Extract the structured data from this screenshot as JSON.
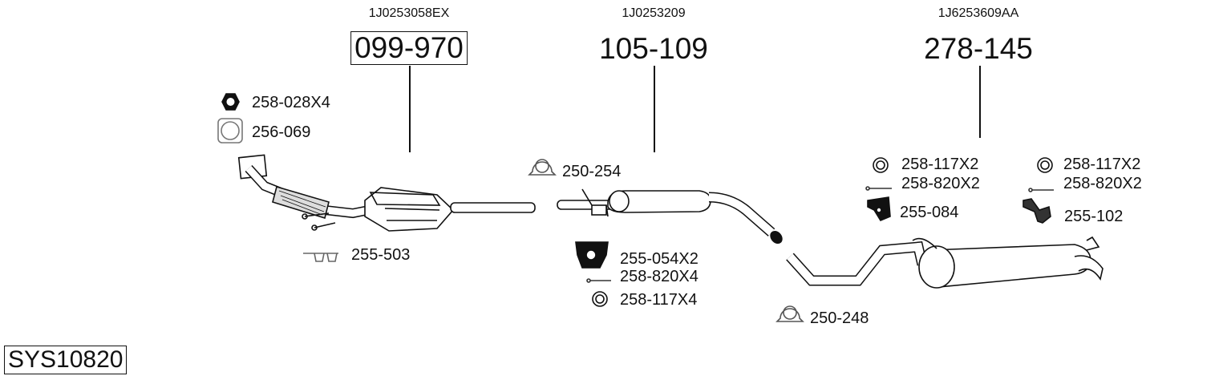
{
  "sections": [
    {
      "oe_number": "1J0253058EX",
      "part_number": "099-970"
    },
    {
      "oe_number": "1J0253209",
      "part_number": "105-109"
    },
    {
      "oe_number": "1J6253609AA",
      "part_number": "278-145"
    }
  ],
  "accessories": {
    "nut": "258-028X4",
    "gasket_front": "256-069",
    "bracket_front": "255-503",
    "clamp_mid": "250-254",
    "hanger_mid": "255-054X2",
    "bolt_mid": "258-820X4",
    "ring_mid": "258-117X4",
    "clamp_rear": "250-248",
    "ring_rear_a": "258-117X2",
    "bolt_rear_a": "258-820X2",
    "hanger_rear_a": "255-084",
    "ring_rear_b": "258-117X2",
    "bolt_rear_b": "258-820X2",
    "hanger_rear_b": "255-102"
  },
  "system_id": "SYS10820"
}
